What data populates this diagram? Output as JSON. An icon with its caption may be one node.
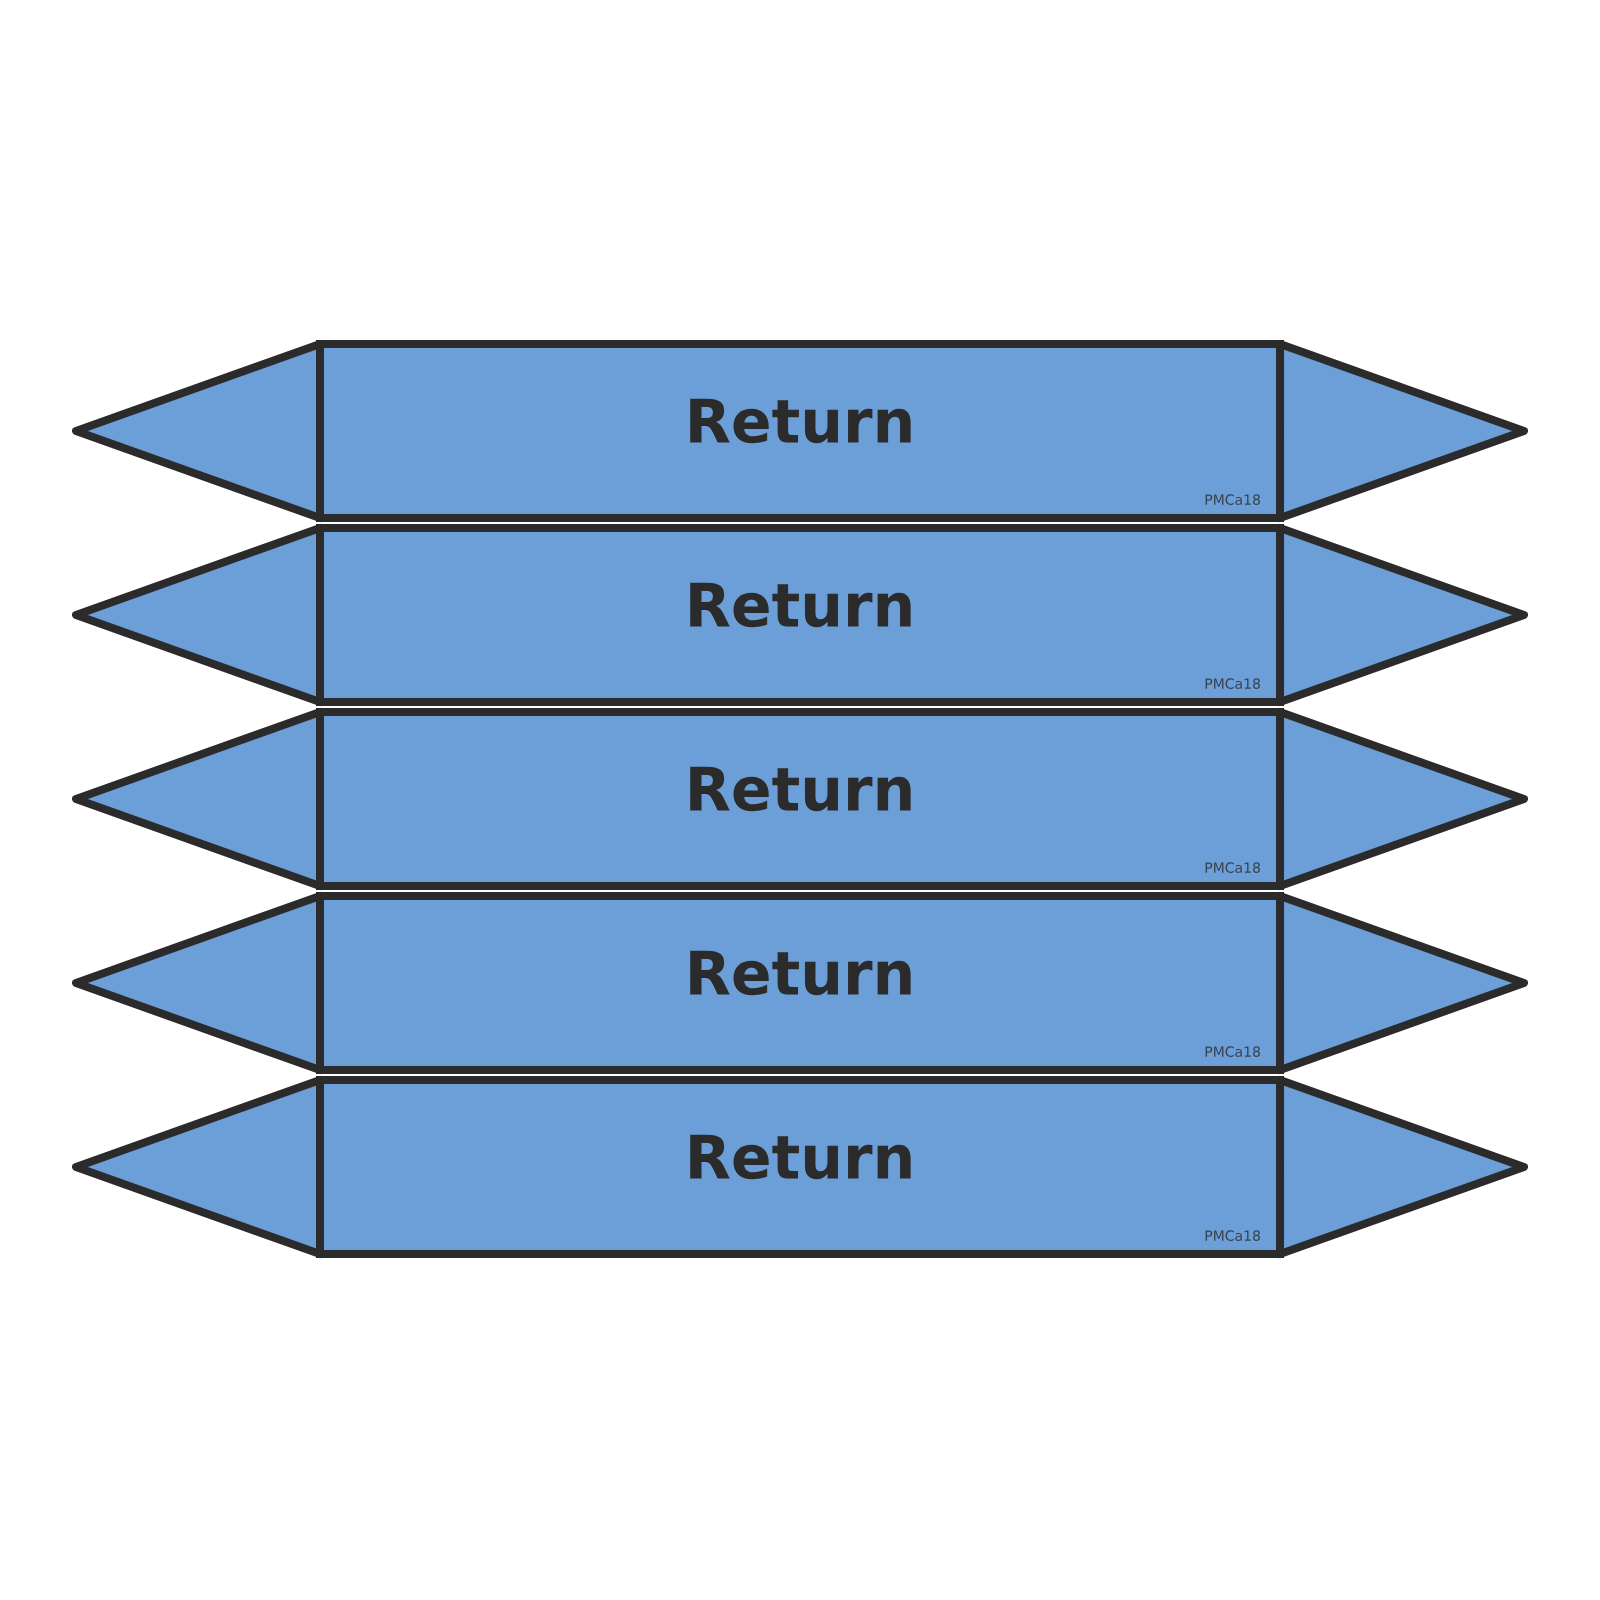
{
  "diagram": {
    "nodes": [
      {
        "text": [
          "Return",
          "PMCa18"
        ]
      },
      {
        "text": [
          "Return",
          "PMCa18"
        ]
      },
      {
        "text": [
          "Return",
          "PMCa18"
        ]
      },
      {
        "text": [
          "Return",
          "PMCa18"
        ]
      },
      {
        "text": [
          "Return",
          "PMCa18"
        ]
      }
    ]
  }
}
